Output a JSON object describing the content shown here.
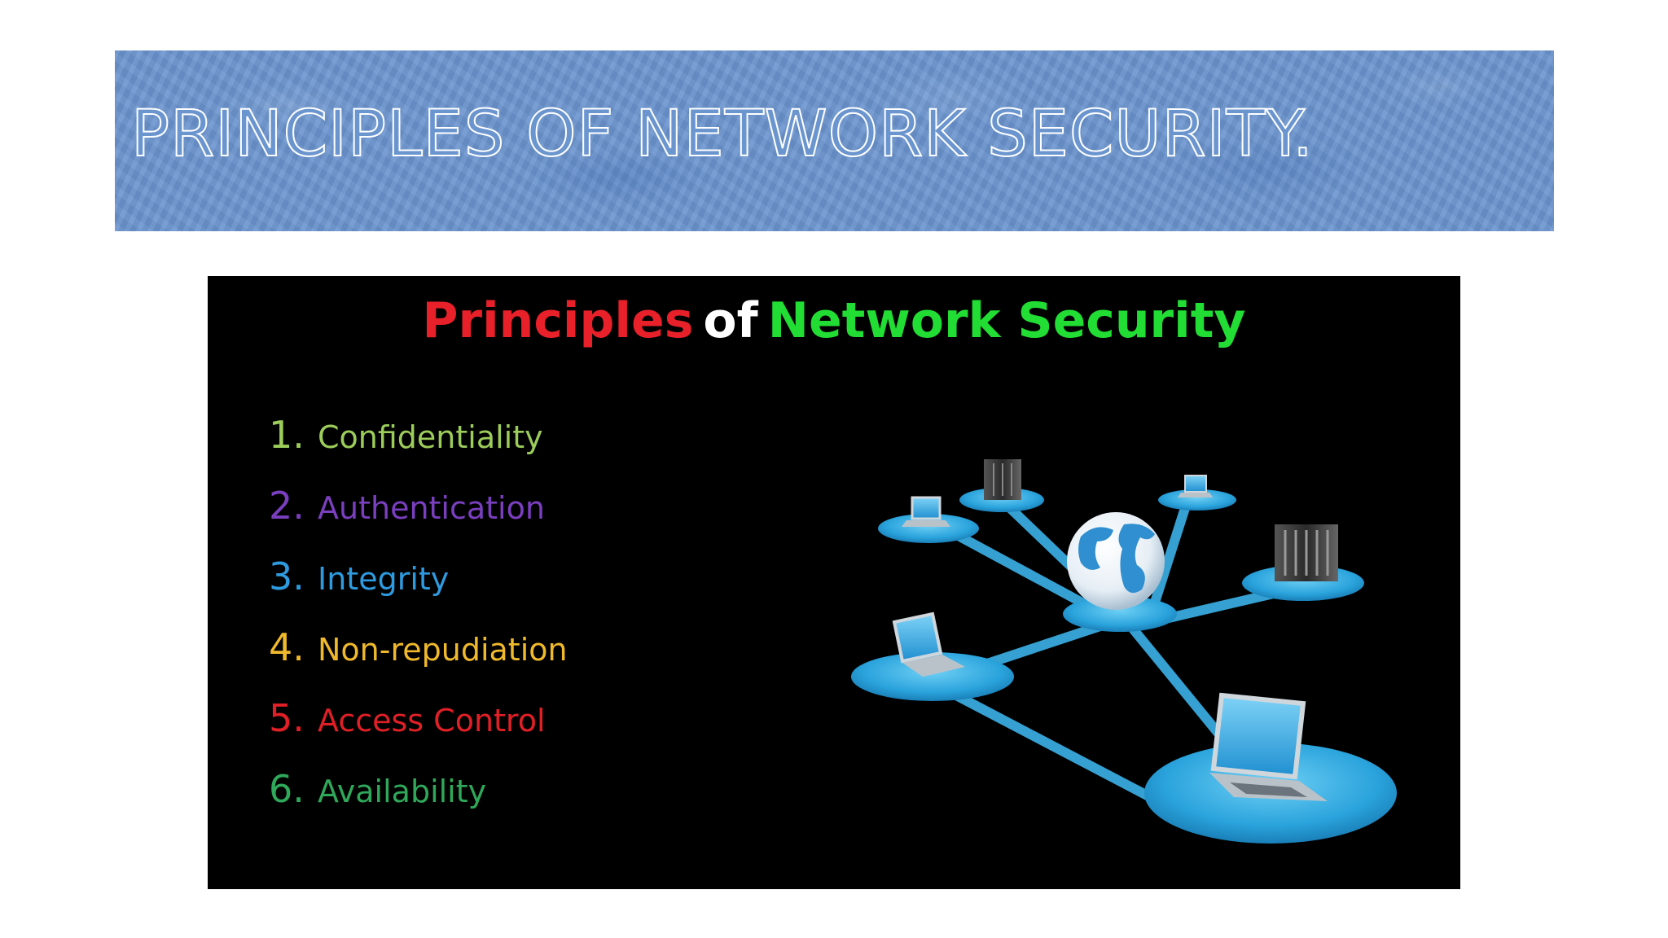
{
  "slide": {
    "title": "PRINCIPLES OF NETWORK SECURITY."
  },
  "picture": {
    "heading": [
      {
        "text": "Principles",
        "color": "#e8202a"
      },
      {
        "text": "of",
        "color": "#ffffff"
      },
      {
        "text": "Network Security",
        "color": "#22dd33"
      }
    ],
    "principles": [
      {
        "number": "1.",
        "label": "Confidentiality",
        "color": "#9ccc5a"
      },
      {
        "number": "2.",
        "label": "Authentication",
        "color": "#7a3fbf"
      },
      {
        "number": "3.",
        "label": "Integrity",
        "color": "#2e9be0"
      },
      {
        "number": "4.",
        "label": "Non-repudiation",
        "color": "#f0b92c"
      },
      {
        "number": "5.",
        "label": "Access Control",
        "color": "#e01f26"
      },
      {
        "number": "6.",
        "label": "Availability",
        "color": "#2fa85a"
      }
    ],
    "diagram_icons": [
      "globe-icon",
      "server-icon",
      "laptop-icon",
      "network-node-icon"
    ]
  }
}
